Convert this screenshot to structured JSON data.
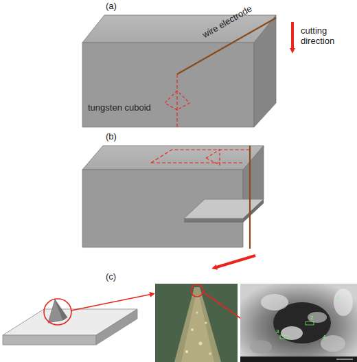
{
  "diagram": {
    "labels": [
      "(a)",
      "wire electrode",
      "cutting direction",
      "tungsten cuboid",
      "(b)",
      "(c)",
      "1",
      "2",
      "3",
      "4"
    ]
  }
}
